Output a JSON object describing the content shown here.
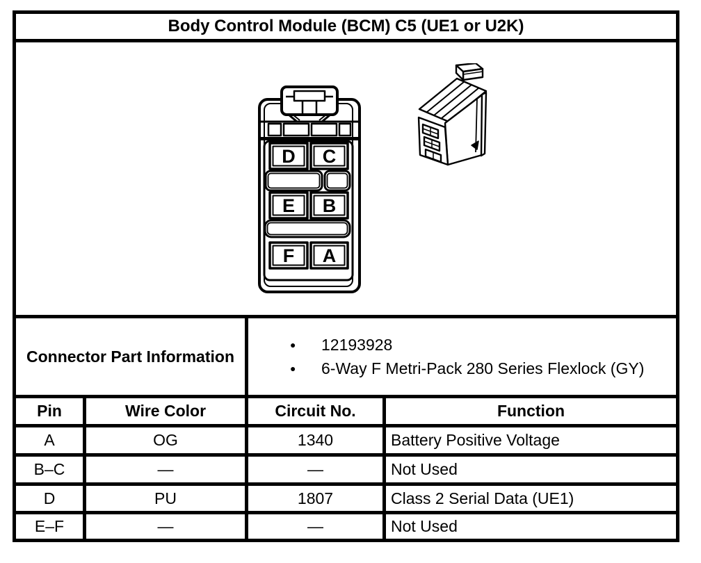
{
  "title": "Body Control Module (BCM) C5 (UE1 or U2K)",
  "diagram": {
    "front_view": {
      "pins": [
        "D",
        "C",
        "E",
        "B",
        "F",
        "A"
      ]
    },
    "iso_view_name": "connector-isometric-view"
  },
  "part_info": {
    "label": "Connector Part Information",
    "bullet": "●",
    "items": [
      "12193928",
      "6-Way F Metri-Pack 280 Series Flexlock (GY)"
    ]
  },
  "pin_table": {
    "headers": [
      "Pin",
      "Wire Color",
      "Circuit No.",
      "Function"
    ],
    "rows": [
      {
        "pin": "A",
        "wire_color": "OG",
        "circuit_no": "1340",
        "function": "Battery Positive Voltage"
      },
      {
        "pin": "B–C",
        "wire_color": "—",
        "circuit_no": "—",
        "function": "Not Used"
      },
      {
        "pin": "D",
        "wire_color": "PU",
        "circuit_no": "1807",
        "function": "Class 2 Serial Data (UE1)"
      },
      {
        "pin": "E–F",
        "wire_color": "—",
        "circuit_no": "—",
        "function": "Not Used"
      }
    ]
  },
  "colors": {
    "line": "#000000",
    "background": "#ffffff"
  }
}
